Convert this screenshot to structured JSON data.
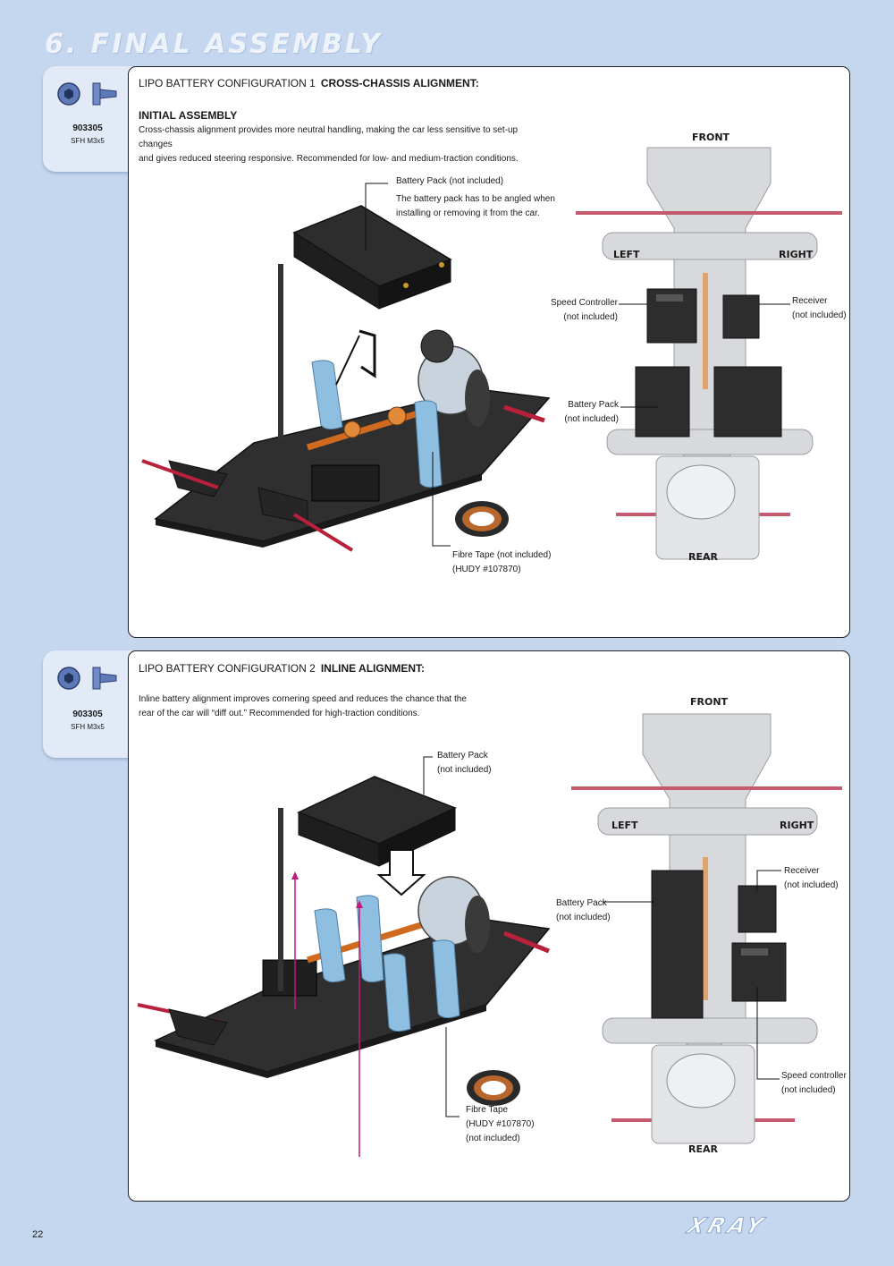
{
  "page": {
    "title": "6. FINAL ASSEMBLY",
    "page_number": "22",
    "brand": "XRAY"
  },
  "sections": [
    {
      "hardware": {
        "code": "903305",
        "size": "SFH M3x5",
        "icon": "countersunk-screw-icon"
      },
      "heading_prefix": "LIPO BATTERY CONFIGURATION 1",
      "heading_bold": "CROSS-CHASSIS ALIGNMENT:",
      "subheading": "INITIAL ASSEMBLY",
      "desc_line1": "Cross-chassis alignment provides more neutral handling, making the car less sensitive to set-up changes",
      "desc_line2": "and gives reduced steering responsive. Recommended for low- and medium-traction conditions.",
      "callouts": {
        "battery_title": "Battery Pack (not included)",
        "battery_note_1": "The battery pack has to be angled when",
        "battery_note_2": "installing or removing it from the car.",
        "fibre_1": "Fibre Tape (not included)",
        "fibre_2": "(HUDY #107870)",
        "speed_1": "Speed Controller",
        "speed_2": "(not included)",
        "receiver_1": "Receiver",
        "receiver_2": "(not included)",
        "pack_1": "Battery Pack",
        "pack_2": "(not included)"
      },
      "directions": {
        "front": "FRONT",
        "left": "LEFT",
        "right": "RIGHT",
        "rear": "REAR"
      }
    },
    {
      "hardware": {
        "code": "903305",
        "size": "SFH M3x5",
        "icon": "countersunk-screw-icon"
      },
      "heading_prefix": "LIPO BATTERY CONFIGURATION 2",
      "heading_bold": "INLINE ALIGNMENT:",
      "desc_line1": "Inline battery alignment improves cornering speed and reduces the chance that the",
      "desc_line2": "rear of the car will “diff out.” Recommended for high-traction conditions.",
      "callouts": {
        "battery_1": "Battery Pack",
        "battery_2": "(not included)",
        "fibre_1": "Fibre Tape",
        "fibre_2": "(HUDY #107870)",
        "fibre_3": "(not included)",
        "pack_1": "Battery Pack",
        "pack_2": "(not included)",
        "receiver_1": "Receiver",
        "receiver_2": "(not included)",
        "speed_1": "Speed controller",
        "speed_2": "(not included)"
      },
      "directions": {
        "front": "FRONT",
        "left": "LEFT",
        "right": "RIGHT",
        "rear": "REAR"
      }
    }
  ],
  "colors": {
    "page_background": "#c5d7ef",
    "side_tab": "#e2e9f7",
    "carbon": "#2a2a2a",
    "fibre_tape": "#8fbfe0",
    "aluminium_accent": "#e38a3a",
    "chassis_ghost": "#d7d9dc"
  }
}
